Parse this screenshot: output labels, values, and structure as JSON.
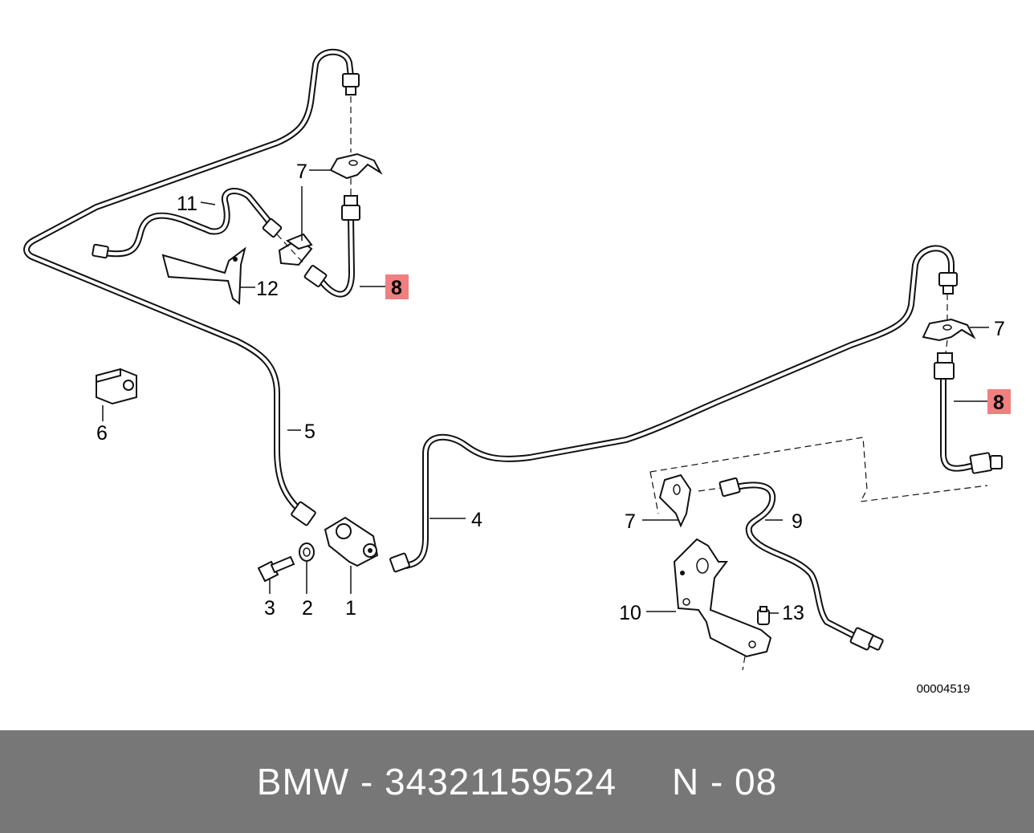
{
  "callouts": [
    {
      "label": "1",
      "highlighted": false
    },
    {
      "label": "2",
      "highlighted": false
    },
    {
      "label": "3",
      "highlighted": false
    },
    {
      "label": "4",
      "highlighted": false
    },
    {
      "label": "5",
      "highlighted": false
    },
    {
      "label": "6",
      "highlighted": false
    },
    {
      "label": "7",
      "highlighted": false
    },
    {
      "label": "7",
      "highlighted": false
    },
    {
      "label": "7",
      "highlighted": false
    },
    {
      "label": "8",
      "highlighted": true
    },
    {
      "label": "8",
      "highlighted": true
    },
    {
      "label": "9",
      "highlighted": false
    },
    {
      "label": "10",
      "highlighted": false
    },
    {
      "label": "11",
      "highlighted": false
    },
    {
      "label": "12",
      "highlighted": false
    },
    {
      "label": "13",
      "highlighted": false
    }
  ],
  "drawing_number": "00004519",
  "footer": {
    "text": "BMW - 34321159524     N - 08"
  },
  "colors": {
    "highlight": "#f08080",
    "footer_bg": "#777777",
    "footer_text": "#ffffff"
  }
}
